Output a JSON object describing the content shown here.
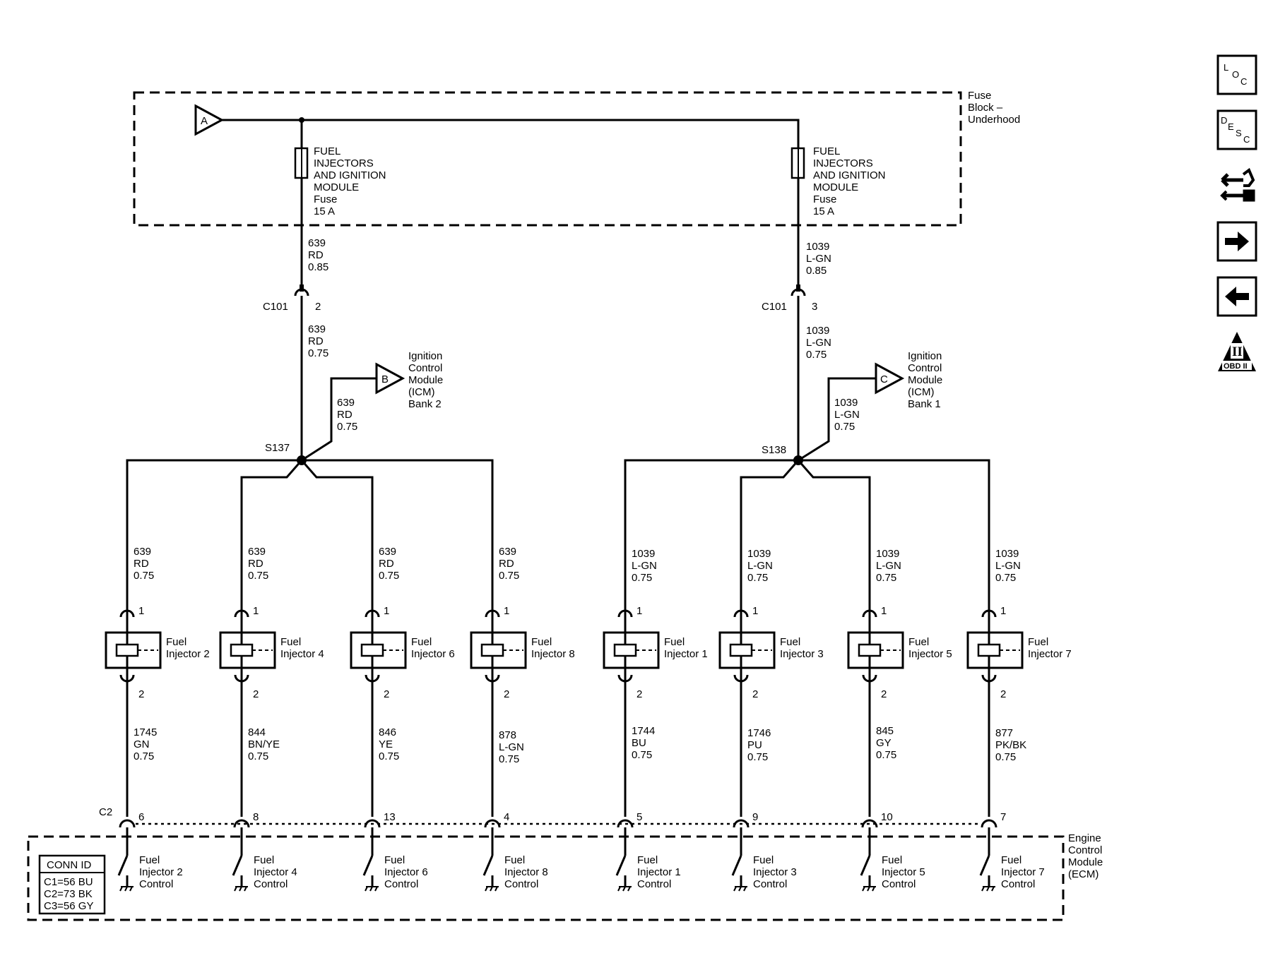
{
  "fuse_block": {
    "label_lines": [
      "Fuse",
      "Block –",
      "Underhood"
    ],
    "connector_left": "A",
    "fuse_left_lines": [
      "FUEL",
      "INJECTORS",
      "AND IGNITION",
      "MODULE",
      "Fuse",
      "15 A"
    ],
    "fuse_right_lines": [
      "FUEL",
      "INJECTORS",
      "AND IGNITION",
      "MODULE",
      "Fuse",
      "15 A"
    ]
  },
  "wires": {
    "left_top": [
      "639",
      "RD",
      "0.85"
    ],
    "right_top": [
      "1039",
      "L-GN",
      "0.85"
    ],
    "left_mid": [
      "639",
      "RD",
      "0.75"
    ],
    "right_mid": [
      "1039",
      "L-GN",
      "0.75"
    ],
    "icm_left": [
      "639",
      "RD",
      "0.75"
    ],
    "icm_right": [
      "1039",
      "L-GN",
      "0.75"
    ]
  },
  "connectors": {
    "c101": "C101",
    "c101_left_pin": "2",
    "c101_right_pin": "3",
    "c2": "C2"
  },
  "splices": {
    "left": "S137",
    "right": "S138"
  },
  "icm": {
    "left_connector": "B",
    "right_connector": "C",
    "left_label_lines": [
      "Ignition",
      "Control",
      "Module",
      "(ICM)",
      "Bank 2"
    ],
    "right_label_lines": [
      "Ignition",
      "Control",
      "Module",
      "(ICM)",
      "Bank 1"
    ]
  },
  "injectors": [
    {
      "name_lines": [
        "Fuel",
        "Injector 2"
      ],
      "pin_top": "1",
      "pin_bottom": "2",
      "feed_wire": [
        "639",
        "RD",
        "0.75"
      ],
      "ctrl_wire": [
        "1745",
        "GN",
        "0.75"
      ],
      "ecm_pin": "6",
      "control_lines": [
        "Fuel",
        "Injector 2",
        "Control"
      ]
    },
    {
      "name_lines": [
        "Fuel",
        "Injector 4"
      ],
      "pin_top": "1",
      "pin_bottom": "2",
      "feed_wire": [
        "639",
        "RD",
        "0.75"
      ],
      "ctrl_wire": [
        "844",
        "BN/YE",
        "0.75"
      ],
      "ecm_pin": "8",
      "control_lines": [
        "Fuel",
        "Injector 4",
        "Control"
      ]
    },
    {
      "name_lines": [
        "Fuel",
        "Injector 6"
      ],
      "pin_top": "1",
      "pin_bottom": "2",
      "feed_wire": [
        "639",
        "RD",
        "0.75"
      ],
      "ctrl_wire": [
        "846",
        "YE",
        "0.75"
      ],
      "ecm_pin": "13",
      "control_lines": [
        "Fuel",
        "Injector 6",
        "Control"
      ]
    },
    {
      "name_lines": [
        "Fuel",
        "Injector 8"
      ],
      "pin_top": "1",
      "pin_bottom": "2",
      "feed_wire": [
        "639",
        "RD",
        "0.75"
      ],
      "ctrl_wire": [
        "878",
        "L-GN",
        "0.75"
      ],
      "ecm_pin": "4",
      "control_lines": [
        "Fuel",
        "Injector 8",
        "Control"
      ]
    },
    {
      "name_lines": [
        "Fuel",
        "Injector 1"
      ],
      "pin_top": "1",
      "pin_bottom": "2",
      "feed_wire": [
        "1039",
        "L-GN",
        "0.75"
      ],
      "ctrl_wire": [
        "1744",
        "BU",
        "0.75"
      ],
      "ecm_pin": "5",
      "control_lines": [
        "Fuel",
        "Injector 1",
        "Control"
      ]
    },
    {
      "name_lines": [
        "Fuel",
        "Injector 3"
      ],
      "pin_top": "1",
      "pin_bottom": "2",
      "feed_wire": [
        "1039",
        "L-GN",
        "0.75"
      ],
      "ctrl_wire": [
        "1746",
        "PU",
        "0.75"
      ],
      "ecm_pin": "9",
      "control_lines": [
        "Fuel",
        "Injector 3",
        "Control"
      ]
    },
    {
      "name_lines": [
        "Fuel",
        "Injector 5"
      ],
      "pin_top": "1",
      "pin_bottom": "2",
      "feed_wire": [
        "1039",
        "L-GN",
        "0.75"
      ],
      "ctrl_wire": [
        "845",
        "GY",
        "0.75"
      ],
      "ecm_pin": "10",
      "control_lines": [
        "Fuel",
        "Injector 5",
        "Control"
      ]
    },
    {
      "name_lines": [
        "Fuel",
        "Injector 7"
      ],
      "pin_top": "1",
      "pin_bottom": "2",
      "feed_wire": [
        "1039",
        "L-GN",
        "0.75"
      ],
      "ctrl_wire": [
        "877",
        "PK/BK",
        "0.75"
      ],
      "ecm_pin": "7",
      "control_lines": [
        "Fuel",
        "Injector 7",
        "Control"
      ]
    }
  ],
  "ecm": {
    "label_lines": [
      "Engine",
      "Control",
      "Module",
      "(ECM)"
    ],
    "conn_id_title": "CONN ID",
    "conn_id_rows": [
      "C1=56 BU",
      "C2=73 BK",
      "C3=56 GY"
    ]
  },
  "nav": {
    "loc_letters": [
      "L",
      "O",
      "C"
    ],
    "desc_letters": [
      "D",
      "E",
      "S",
      "C"
    ],
    "obd_symbol": "II",
    "obd_label": "OBD II",
    "icons": [
      "loc-icon",
      "desc-icon",
      "harness-connector-icon",
      "next-arrow-icon",
      "previous-arrow-icon",
      "obd-ii-icon"
    ]
  }
}
